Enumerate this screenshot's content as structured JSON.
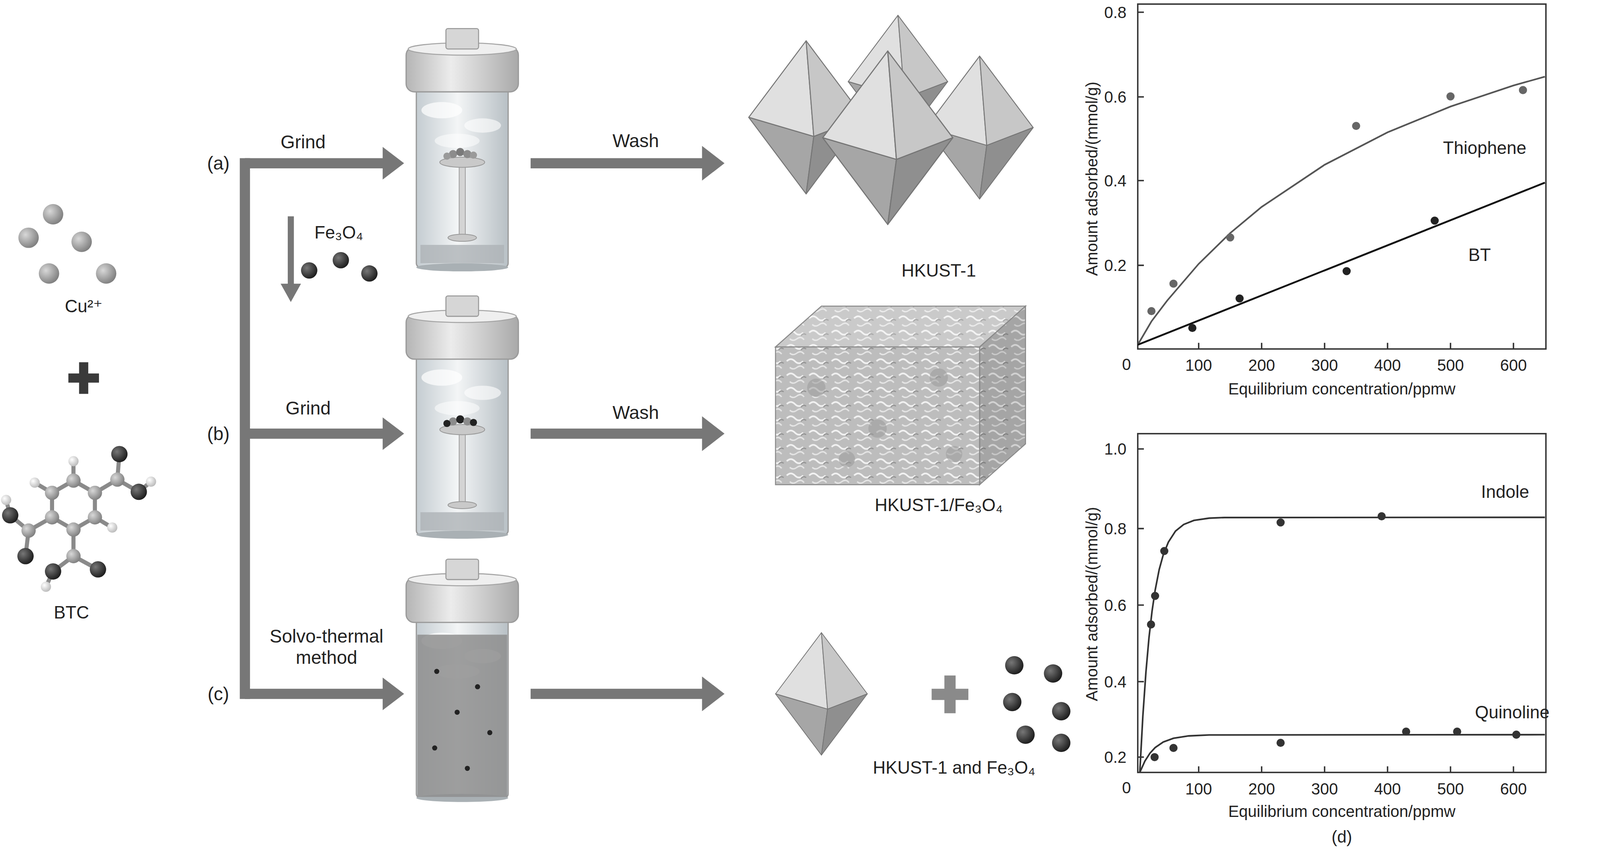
{
  "diagram": {
    "nodes": [
      {
        "text": [
          "Cu²⁺"
        ]
      },
      {
        "text": [
          "BTC"
        ]
      },
      {
        "text": [
          "HKUST-1"
        ]
      },
      {
        "text": [
          "HKUST-1/Fe₃O₄"
        ]
      },
      {
        "text": [
          "HKUST-1 and Fe₃O₄"
        ]
      }
    ],
    "labels": [
      "(a)",
      "Grind",
      "Wash",
      "Fe₃O₄",
      "(b)",
      "Grind",
      "Wash",
      "(c)",
      "Solvo-thermal method",
      "0.8",
      "0.6",
      "0.4",
      "0.2",
      "0",
      "100",
      "200",
      "300",
      "400",
      "500",
      "600",
      "Amount adsorbed/(mmol/g)",
      "Equilibrium concentration/ppmw",
      "Thiophene",
      "BT",
      "1.0",
      "0.8",
      "0.6",
      "0.4",
      "0.2",
      "0",
      "100",
      "200",
      "300",
      "400",
      "500",
      "600",
      "Amount adsorbed/(mmol/g)",
      "Equilibrium concentration/ppmw",
      "Indole",
      "Quinoline",
      "(d)"
    ]
  }
}
